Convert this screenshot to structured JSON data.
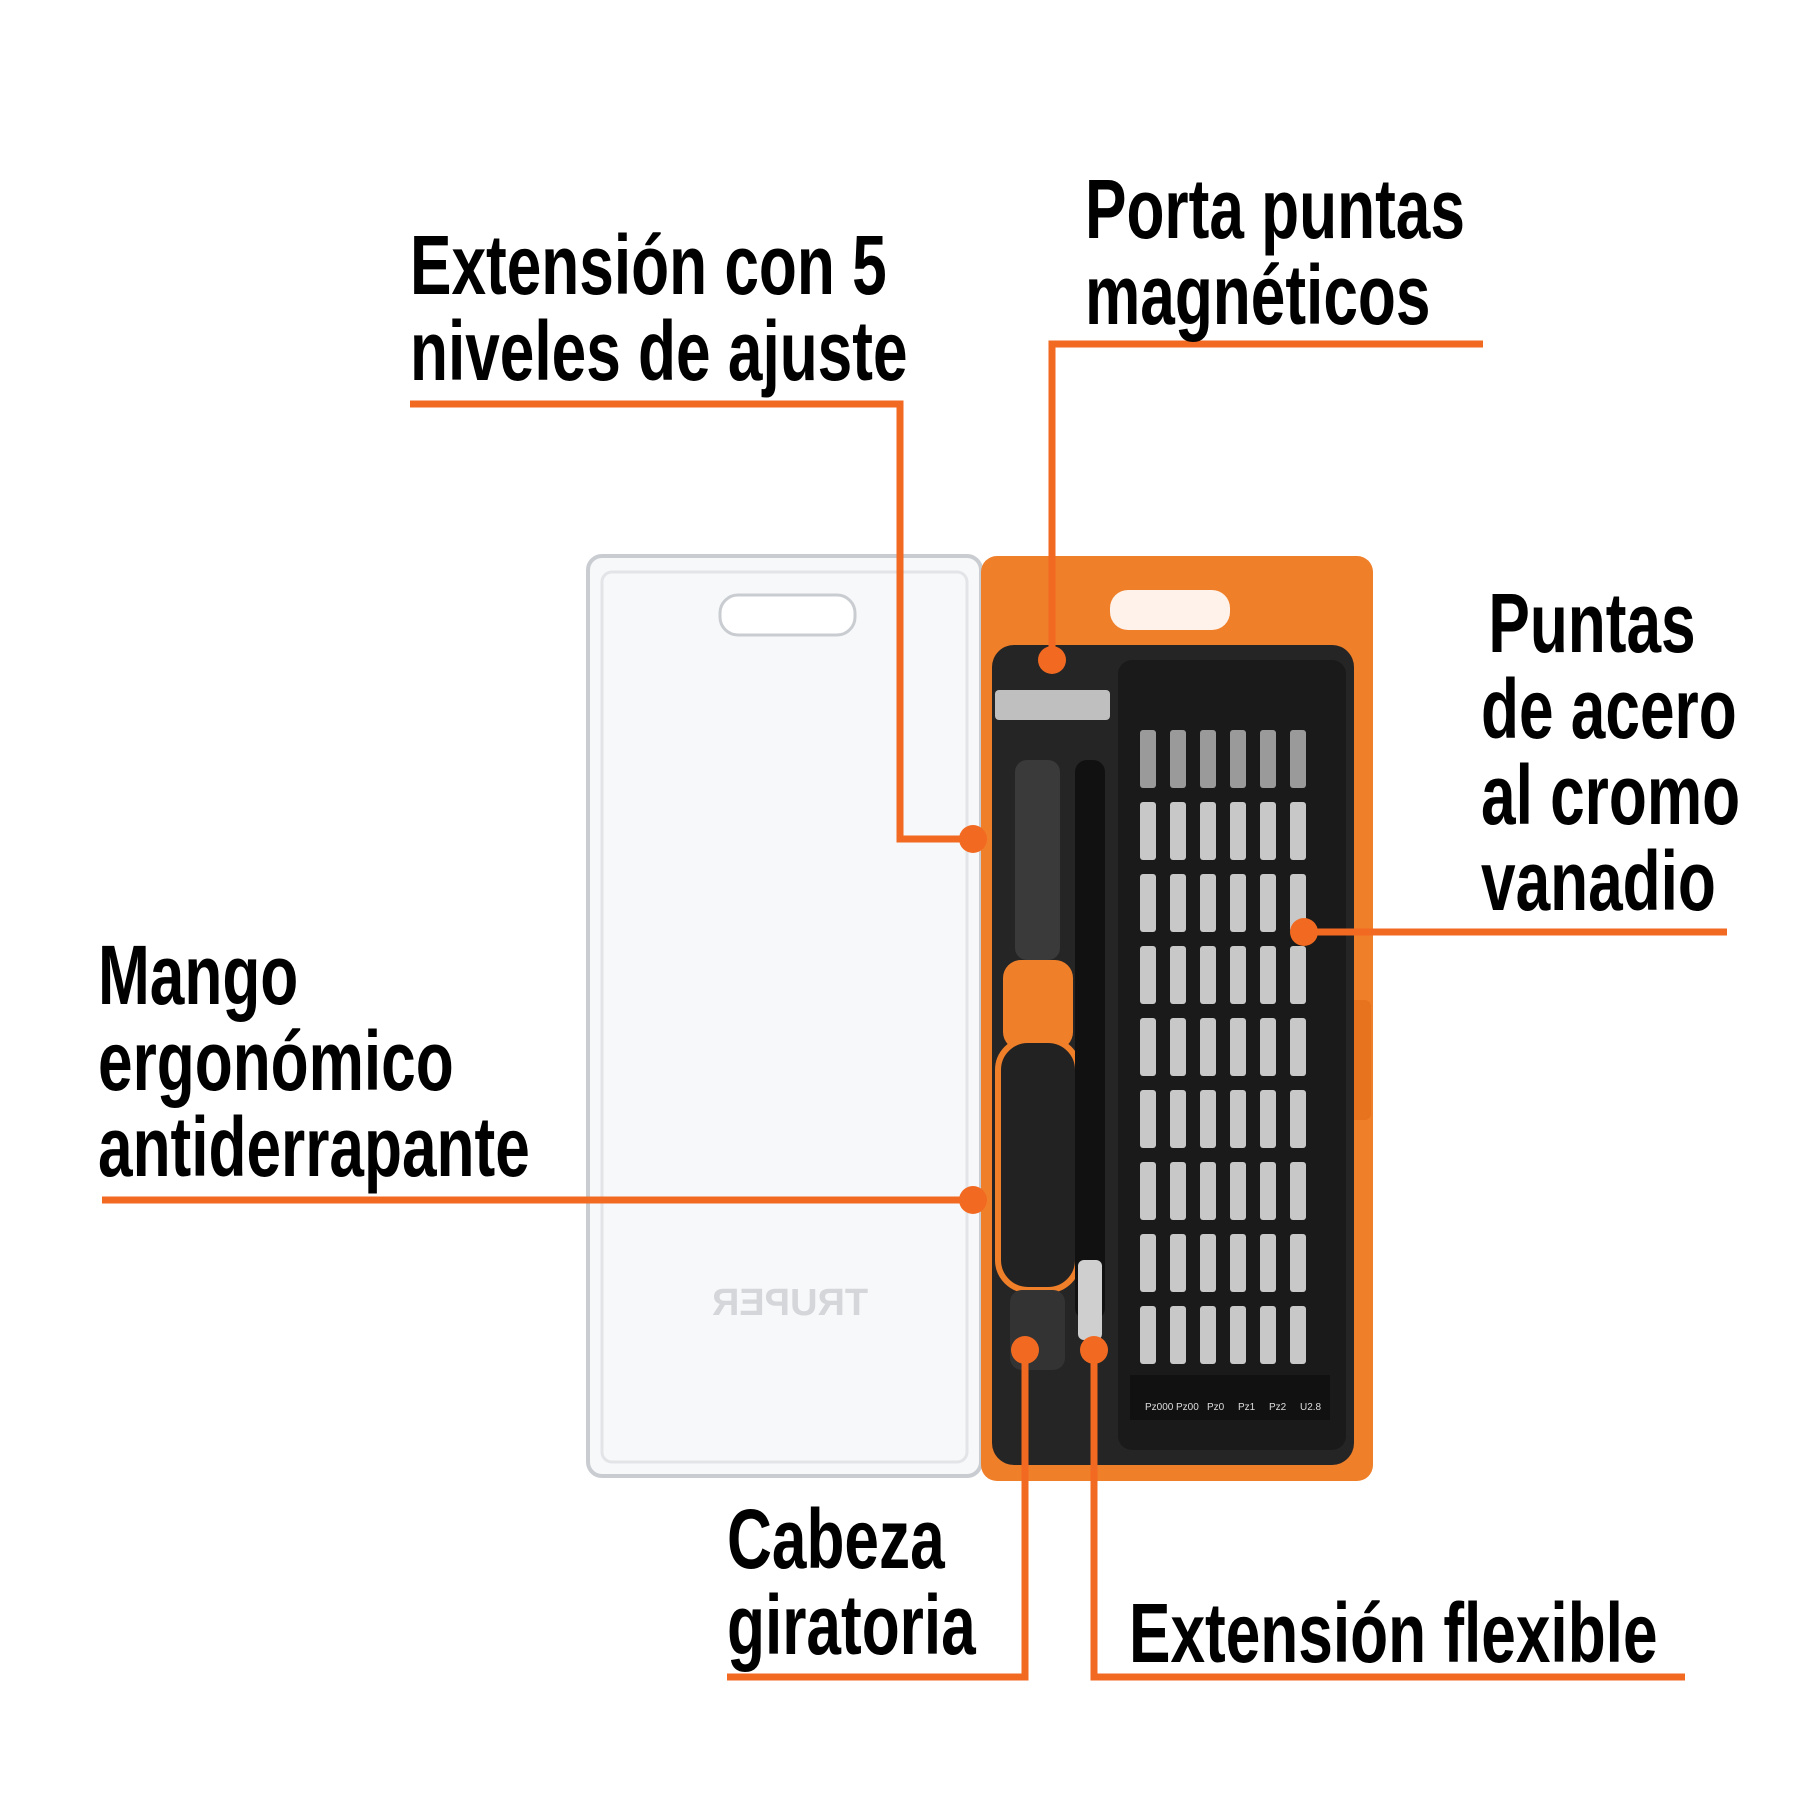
{
  "callouts": {
    "extension_ajuste": [
      "Extensión con 5",
      "niveles de ajuste"
    ],
    "porta_puntas": [
      "Porta puntas",
      "magnéticos"
    ],
    "puntas_acero": [
      "Puntas",
      "de acero",
      "al cromo",
      "vanadio"
    ],
    "mango": [
      "Mango",
      "ergonómico",
      "antiderrapante"
    ],
    "cabeza": [
      "Cabeza",
      "giratoria"
    ],
    "extension_flexible": [
      "Extensión flexible"
    ]
  },
  "product": {
    "lid_logo": "TRUPER",
    "bit_labels": [
      "Pz000",
      "Pz00",
      "Pz0",
      "Pz1",
      "Pz2",
      "U2.8"
    ]
  },
  "colors": {
    "accent": "#f26a21",
    "case_orange": "#f07f2a",
    "tray": "#222222",
    "text": "#000000"
  }
}
